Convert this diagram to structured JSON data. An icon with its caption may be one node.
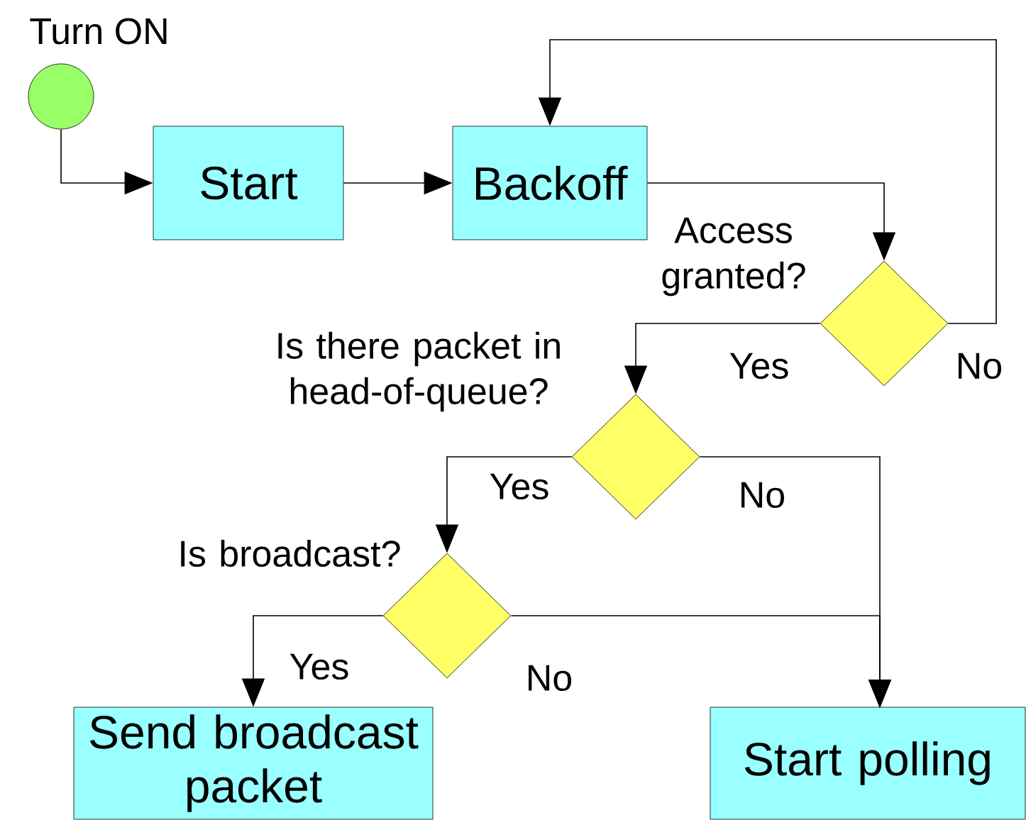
{
  "diagram": {
    "nodes": [
      {
        "text": [],
        "shape": "circle",
        "beside": [
          "Turn ON"
        ]
      },
      {
        "text": [
          "Start"
        ]
      },
      {
        "text": [
          "Backoff"
        ]
      },
      {
        "text": [
          "Access granted?"
        ]
      },
      {
        "text": [
          "Is there packet in head-of-queue?"
        ]
      },
      {
        "text": [
          "Is broadcast?"
        ]
      },
      {
        "text": [
          "Send broadcast packet"
        ]
      },
      {
        "text": [
          "Start polling"
        ]
      }
    ],
    "edges": [
      {
        "from": 0,
        "to": 1,
        "arrow": "to"
      },
      {
        "from": 1,
        "to": 2,
        "arrow": "to"
      },
      {
        "from": 2,
        "to": 3,
        "arrow": "to"
      },
      {
        "from": 3,
        "to": 2,
        "arrow": "to",
        "label": "No"
      },
      {
        "from": 3,
        "to": 4,
        "arrow": "to",
        "label": "Yes"
      },
      {
        "from": 4,
        "to": 5,
        "arrow": "to",
        "label": "Yes"
      },
      {
        "from": 4,
        "to": 7,
        "arrow": "to",
        "label": "No"
      },
      {
        "from": 5,
        "to": 6,
        "arrow": "to",
        "label": "Yes"
      },
      {
        "from": 5,
        "to": 7,
        "arrow": "to",
        "label": "No"
      }
    ]
  }
}
